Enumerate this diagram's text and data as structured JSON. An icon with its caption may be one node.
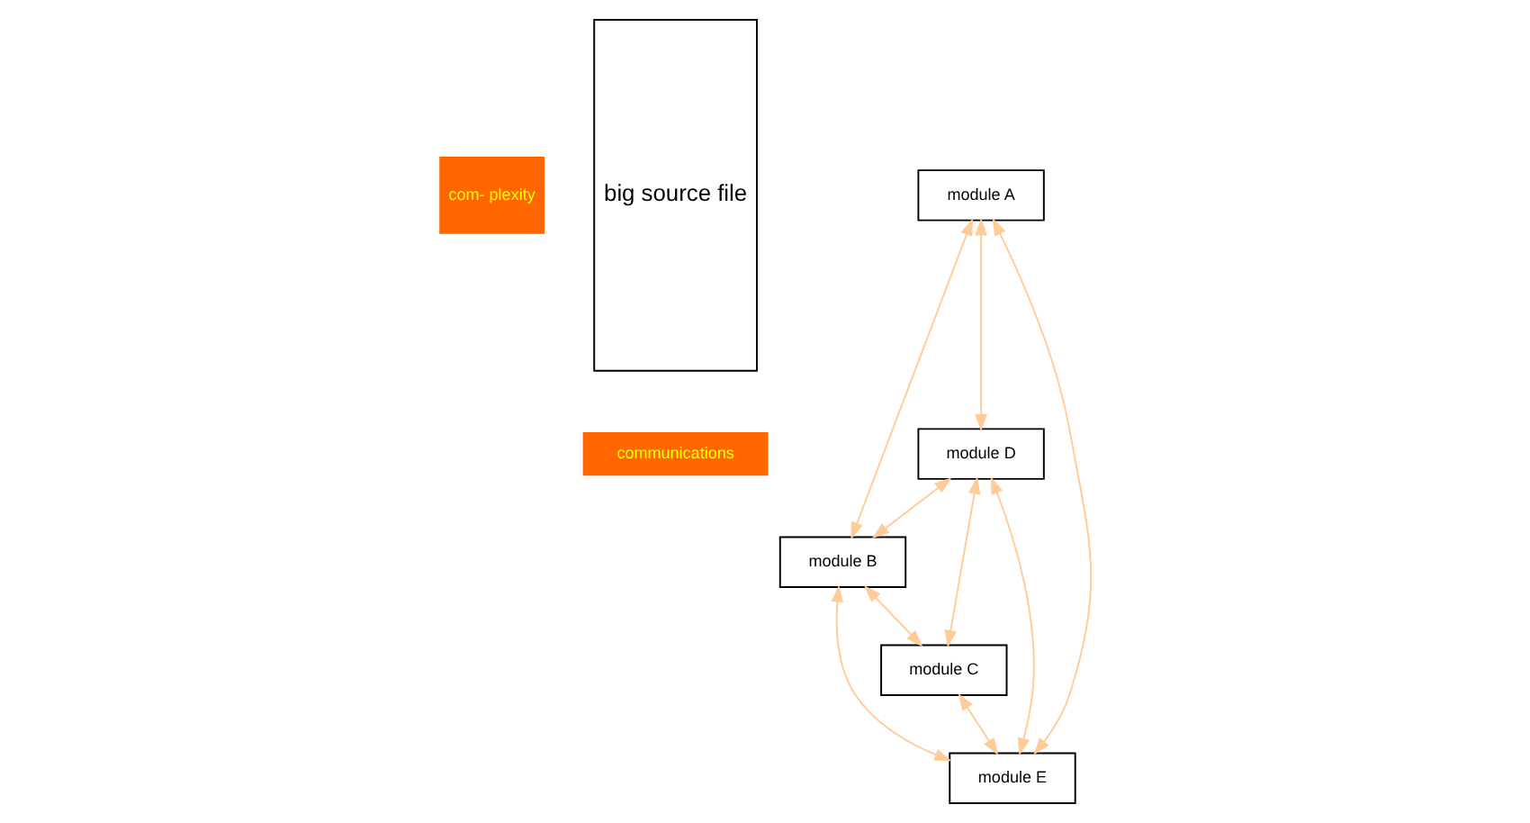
{
  "diagram": {
    "nodes": [
      {
        "text": [
          "com- plexity"
        ]
      },
      {
        "text": [
          "big source file"
        ]
      },
      {
        "text": [
          "module A"
        ]
      },
      {
        "text": [
          "module D"
        ]
      },
      {
        "text": [
          "module B"
        ]
      },
      {
        "text": [
          "communications"
        ]
      },
      {
        "text": [
          "module E"
        ]
      },
      {
        "text": [
          "module C"
        ]
      }
    ],
    "edges": [
      {
        "from": 2,
        "to": 3,
        "arrow": "both"
      },
      {
        "from": 2,
        "to": 4,
        "arrow": "both"
      },
      {
        "from": 2,
        "to": 6,
        "arrow": "both"
      },
      {
        "from": 3,
        "to": 4,
        "arrow": "both"
      },
      {
        "from": 3,
        "to": 7,
        "arrow": "both"
      },
      {
        "from": 3,
        "to": 6,
        "arrow": "both"
      },
      {
        "from": 4,
        "to": 6,
        "arrow": "both"
      },
      {
        "from": 4,
        "to": 7,
        "arrow": "both"
      },
      {
        "from": 7,
        "to": 6,
        "arrow": "both"
      }
    ]
  }
}
